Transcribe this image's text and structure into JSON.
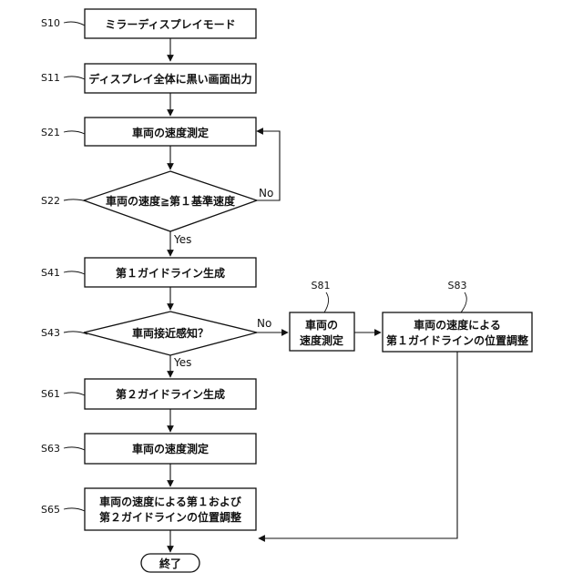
{
  "steps": {
    "s10": {
      "label": "S10",
      "text": "ミラーディスプレイモード"
    },
    "s11": {
      "label": "S11",
      "text": "ディスプレイ全体に黒い画面出力"
    },
    "s21": {
      "label": "S21",
      "text": "車両の速度測定"
    },
    "s22": {
      "label": "S22",
      "text": "車両の速度≧第１基準速度"
    },
    "s41": {
      "label": "S41",
      "text": "第１ガイドライン生成"
    },
    "s43": {
      "label": "S43",
      "text": "車両接近感知？"
    },
    "s61": {
      "label": "S61",
      "text": "第２ガイドライン生成"
    },
    "s63": {
      "label": "S63",
      "text": "車両の速度測定"
    },
    "s65": {
      "label": "S65",
      "line1": "車両の速度による第１および",
      "line2": "第２ガイドラインの位置調整"
    },
    "s81": {
      "label": "S81",
      "line1": "車両の",
      "line2": "速度測定"
    },
    "s83": {
      "label": "S83",
      "line1": "車両の速度による",
      "line2": "第１ガイドラインの位置調整"
    }
  },
  "branches": {
    "s22_no": "No",
    "s22_yes": "Yes",
    "s43_no": "No",
    "s43_yes": "Yes"
  },
  "end": {
    "text": "終了"
  }
}
